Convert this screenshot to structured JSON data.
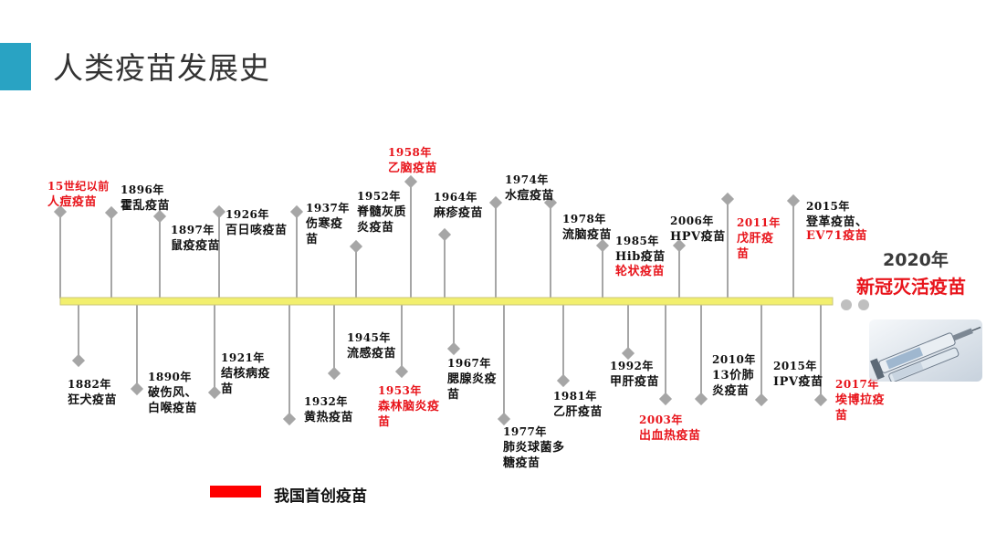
{
  "title": "人类疫苗发展史",
  "legend": "我国首创疫苗",
  "highlight": {
    "year": "2020年",
    "label": "新冠灭活疫苗"
  },
  "colors": {
    "accent": "#29a3c3",
    "axis": "#f2ef6e",
    "red": "#e8141b",
    "stem": "#a6a6a6"
  },
  "events": [
    {
      "year": "15世纪以前",
      "name": "人痘疫苗",
      "red": true,
      "side": "up"
    },
    {
      "year": "1882年",
      "name": "狂犬疫苗",
      "side": "down"
    },
    {
      "year": "1896年",
      "name": "霍乱疫苗",
      "side": "up"
    },
    {
      "year": "1890年",
      "name": "破伤风、\n白喉疫苗",
      "side": "down"
    },
    {
      "year": "1897年",
      "name": "鼠疫疫苗",
      "side": "up"
    },
    {
      "year": "1921年",
      "name": "结核病疫\n苗",
      "side": "down"
    },
    {
      "year": "1926年",
      "name": "百日咳疫苗",
      "side": "up"
    },
    {
      "year": "1932年",
      "name": "黄热疫苗",
      "side": "down"
    },
    {
      "year": "1937年",
      "name": "伤寒疫\n苗",
      "side": "up"
    },
    {
      "year": "1945年",
      "name": "流感疫苗",
      "side": "down"
    },
    {
      "year": "1952年",
      "name": "脊髓灰质\n炎疫苗",
      "side": "up"
    },
    {
      "year": "1953年",
      "name": "森林脑炎疫\n苗",
      "red": true,
      "side": "down"
    },
    {
      "year": "1958年",
      "name": "乙脑疫苗",
      "red": true,
      "side": "up"
    },
    {
      "year": "1964年",
      "name": "麻疹疫苗",
      "side": "up"
    },
    {
      "year": "1967年",
      "name": "腮腺炎疫\n苗",
      "side": "down"
    },
    {
      "year": "1974年",
      "name": "水痘疫苗",
      "side": "up"
    },
    {
      "year": "1977年",
      "name": "肺炎球菌多\n糖疫苗",
      "side": "down"
    },
    {
      "year": "1978年",
      "name": "流脑疫苗",
      "side": "up"
    },
    {
      "year": "1981年",
      "name": "乙肝疫苗",
      "side": "down"
    },
    {
      "year": "1985年",
      "name": "Hib疫苗",
      "side": "up"
    },
    {
      "year": "",
      "name": "轮状疫苗",
      "red": true,
      "side": "up"
    },
    {
      "year": "1992年",
      "name": "甲肝疫苗",
      "side": "down"
    },
    {
      "year": "2003年",
      "name": "出血热疫苗",
      "red": true,
      "side": "down"
    },
    {
      "year": "2006年",
      "name": "HPV疫苗",
      "side": "up"
    },
    {
      "year": "2010年",
      "name": "13价肺\n炎疫苗",
      "side": "down"
    },
    {
      "year": "2011年",
      "name": "戊肝疫\n苗",
      "red": true,
      "side": "up"
    },
    {
      "year": "2015年",
      "name": "IPV疫苗",
      "side": "down"
    },
    {
      "year": "2015年",
      "name": "登革疫苗、",
      "side": "up"
    },
    {
      "year": "",
      "name": "EV71疫苗",
      "red": true,
      "side": "up"
    },
    {
      "year": "2017年",
      "name": "埃博拉疫\n苗",
      "red": true,
      "side": "down"
    }
  ]
}
